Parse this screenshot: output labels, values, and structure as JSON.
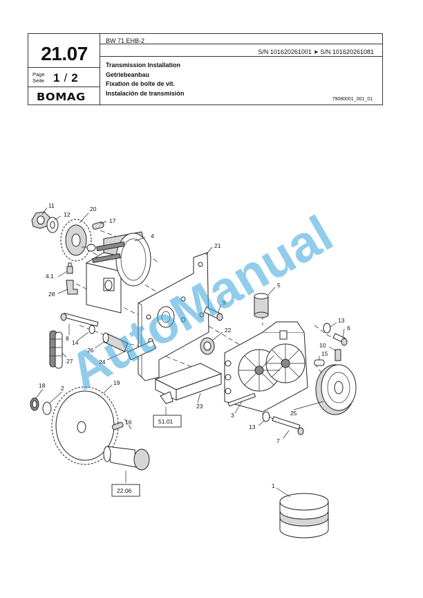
{
  "header": {
    "page_number": "21.07",
    "page_label_en": "Page",
    "page_label_de": "Seite",
    "sheet_current": "1",
    "sheet_separator": "/",
    "sheet_total": "2",
    "brand": "BOMAG",
    "model": "BW 71 EHB-2",
    "serial_range": "S/N 101620261001  ➤  S/N 101620261081",
    "titles": [
      "Transmission Installation",
      "Getriebeanbau",
      "Fixation de boîte de vit.",
      "Instalación de transmisión"
    ],
    "figure_number": "79080001_001_01"
  },
  "diagram": {
    "callouts": [
      "11",
      "12",
      "20",
      "17",
      "4",
      "21",
      "4.1",
      "28",
      "5",
      "9",
      "8",
      "14",
      "26",
      "27",
      "24",
      "22",
      "13",
      "6",
      "10",
      "15",
      "18",
      "2",
      "19",
      "3",
      "25",
      "23",
      "51.01",
      "16",
      "13",
      "7",
      "22.06",
      "1"
    ],
    "reference_boxes": [
      "51.01",
      "22.06"
    ]
  },
  "watermark": "AutoManual"
}
